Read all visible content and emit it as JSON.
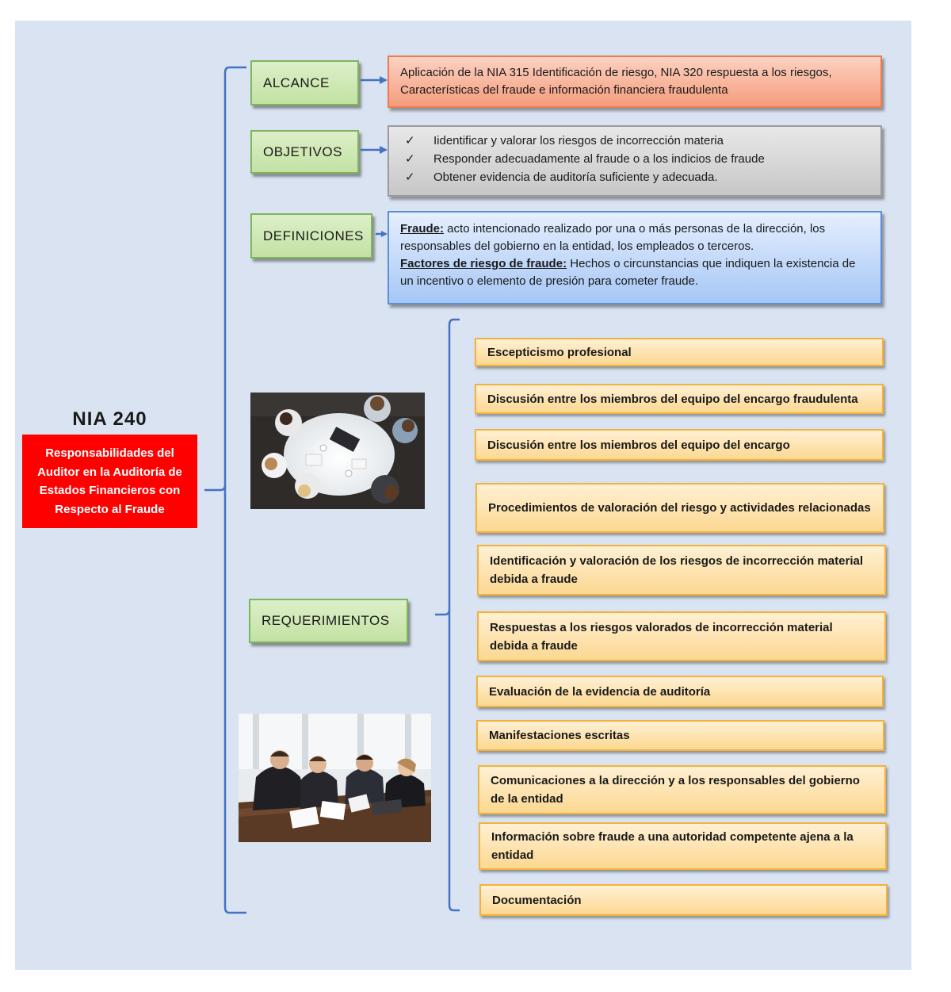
{
  "main": {
    "title": "NIA 240",
    "subtitle": "Responsabilidades del Auditor en la Auditoría de Estados Financieros con Respecto al Fraude"
  },
  "sections": {
    "alcance": {
      "label": "ALCANCE",
      "text": "Aplicación de la NIA 315 Identificación de riesgo, NIA 320 respuesta a los riesgos, Características del fraude e información financiera fraudulenta"
    },
    "objetivos": {
      "label": "OBJETIVOS",
      "check_glyph": "✓",
      "items": [
        "Iidentificar y valorar los riesgos de incorrección materia",
        "Responder adecuadamente al fraude o a los indicios de fraude",
        "Obtener evidencia de auditoría suficiente y adecuada."
      ]
    },
    "definiciones": {
      "label": "DEFINICIONES",
      "term1": "Fraude:",
      "def1": " acto intencionado realizado por una o más personas de la dirección, los responsables del gobierno en la entidad, los empleados o terceros.",
      "term2": "Factores de riesgo de fraude:",
      "def2": " Hechos o circunstancias que indiquen la existencia de un incentivo o elemento de presión para cometer fraude."
    },
    "requerimientos": {
      "label": "REQUERIMIENTOS",
      "items": [
        "Escepticismo profesional",
        "Discusión entre los miembros del equipo del encargo fraudulenta",
        "Discusión entre los miembros del equipo del encargo",
        "Procedimientos de valoración del riesgo y actividades relacionadas",
        "Identificación y valoración de los riesgos de incorrección material debida a fraude",
        "Respuestas a los riesgos valorados de incorrección material debida a fraude",
        "Evaluación de la evidencia de auditoría",
        "Manifestaciones escritas",
        "Comunicaciones a la dirección y a los responsables del gobierno de la entidad",
        "Información sobre fraude a una autoridad competente ajena a la entidad",
        "Documentación"
      ]
    }
  },
  "colors": {
    "background": "#d9e3f1",
    "connector": "#4472c4",
    "title_box": "#ff0000"
  }
}
